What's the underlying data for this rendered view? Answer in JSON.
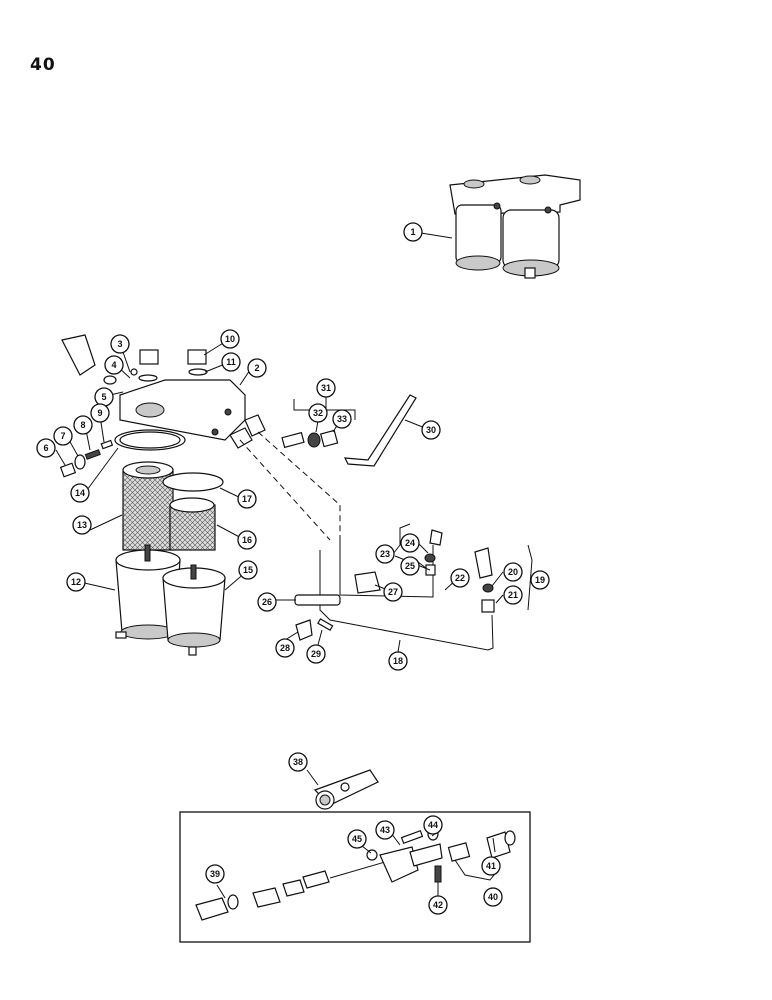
{
  "page": {
    "number": "40"
  },
  "callouts": [
    "1",
    "2",
    "3",
    "4",
    "5",
    "6",
    "7",
    "8",
    "9",
    "10",
    "11",
    "12",
    "13",
    "14",
    "15",
    "16",
    "17",
    "18",
    "19",
    "20",
    "21",
    "22",
    "23",
    "24",
    "25",
    "26",
    "27",
    "28",
    "29",
    "30",
    "31",
    "32",
    "33",
    "38",
    "39",
    "40",
    "41",
    "42",
    "43",
    "44",
    "45"
  ]
}
